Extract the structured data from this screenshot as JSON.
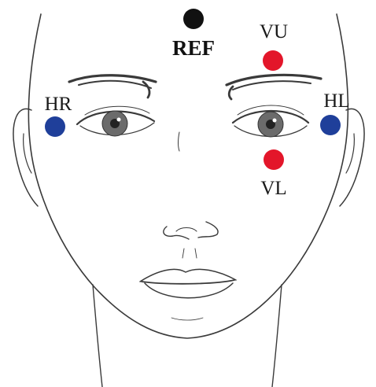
{
  "colors": {
    "reference_dot": "#111111",
    "vertical_dot": "#e3162a",
    "horizontal_dot": "#1f3f9a",
    "sketch_line": "#3a3a3a"
  },
  "electrodes": [
    {
      "id": "ref",
      "label": "REF",
      "color_key": "reference_dot",
      "bold": true
    },
    {
      "id": "vu",
      "label": "VU",
      "color_key": "vertical_dot",
      "bold": false
    },
    {
      "id": "vl",
      "label": "VL",
      "color_key": "vertical_dot",
      "bold": false
    },
    {
      "id": "hr",
      "label": "HR",
      "color_key": "horizontal_dot",
      "bold": false
    },
    {
      "id": "hl",
      "label": "HL",
      "color_key": "horizontal_dot",
      "bold": false
    }
  ]
}
